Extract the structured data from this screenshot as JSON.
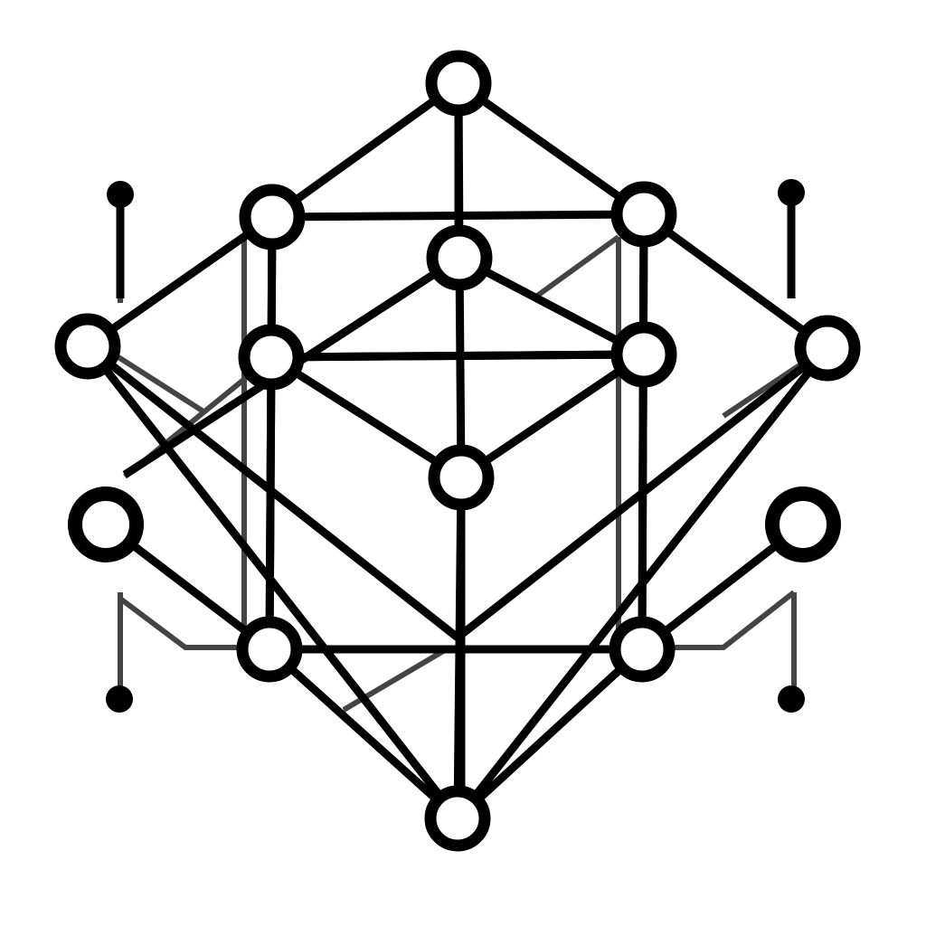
{
  "diagram": {
    "kind": "node-link network",
    "colors": {
      "background": "#ffffff",
      "edge": "#000000",
      "secondary_edge": "#444444",
      "node_ring": "#000000",
      "node_fill": "#ffffff",
      "terminal_dot": "#000000"
    },
    "nodes": [
      {
        "id": "top",
        "kind": "ring"
      },
      {
        "id": "upper-left",
        "kind": "ring"
      },
      {
        "id": "upper-right",
        "kind": "ring"
      },
      {
        "id": "inner-top",
        "kind": "ring"
      },
      {
        "id": "far-left",
        "kind": "ring"
      },
      {
        "id": "far-right",
        "kind": "ring"
      },
      {
        "id": "middle-left",
        "kind": "ring"
      },
      {
        "id": "middle-right",
        "kind": "ring"
      },
      {
        "id": "center",
        "kind": "ring"
      },
      {
        "id": "side-left",
        "kind": "ring-large"
      },
      {
        "id": "side-right",
        "kind": "ring-large"
      },
      {
        "id": "lower-left",
        "kind": "ring"
      },
      {
        "id": "lower-right",
        "kind": "ring"
      },
      {
        "id": "bottom",
        "kind": "ring"
      },
      {
        "id": "terminal-top-left",
        "kind": "dot"
      },
      {
        "id": "terminal-top-right",
        "kind": "dot"
      },
      {
        "id": "terminal-bottom-left",
        "kind": "dot"
      },
      {
        "id": "terminal-bottom-right",
        "kind": "dot"
      }
    ],
    "edges": [
      {
        "from": "top",
        "to": "upper-left"
      },
      {
        "from": "top",
        "to": "upper-right"
      },
      {
        "from": "top",
        "to": "inner-top"
      },
      {
        "from": "upper-left",
        "to": "upper-right"
      },
      {
        "from": "upper-left",
        "to": "far-left"
      },
      {
        "from": "upper-right",
        "to": "far-right"
      },
      {
        "from": "upper-left",
        "to": "lower-left"
      },
      {
        "from": "upper-right",
        "to": "lower-right"
      },
      {
        "from": "inner-top",
        "to": "middle-right"
      },
      {
        "from": "inner-top",
        "to": "center"
      },
      {
        "from": "middle-left",
        "to": "middle-right"
      },
      {
        "from": "middle-left",
        "to": "center"
      },
      {
        "from": "middle-right",
        "to": "center"
      },
      {
        "from": "far-left",
        "to": "bottom"
      },
      {
        "from": "far-right",
        "to": "bottom"
      },
      {
        "from": "lower-left",
        "to": "lower-right"
      },
      {
        "from": "side-left",
        "to": "lower-left"
      },
      {
        "from": "side-right",
        "to": "lower-right"
      },
      {
        "from": "center",
        "to": "bottom"
      },
      {
        "from": "lower-left",
        "to": "bottom"
      },
      {
        "from": "lower-right",
        "to": "bottom"
      }
    ]
  }
}
